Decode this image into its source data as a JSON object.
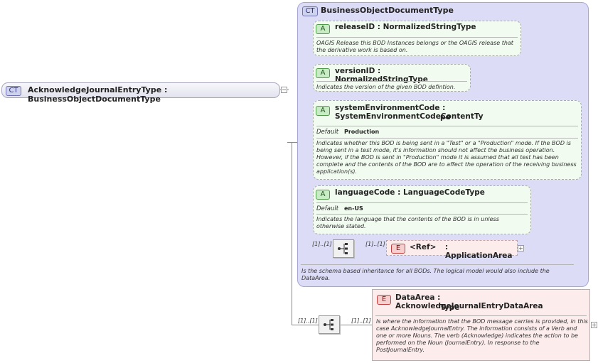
{
  "root": {
    "badge": "CT",
    "label": "AcknowledgeJournalEntryType : BusinessObjectDocumentType"
  },
  "ct": {
    "badge": "CT",
    "title": "BusinessObjectDocumentType",
    "doc": "Is the schema based inheritance for all BODs. The logical model would also include the DataArea.",
    "attributes": [
      {
        "badge": "A",
        "label": "releaseID : NormalizedStringType",
        "doc": "OAGIS Release this BOD Instances belongs or the OAGIS release that the derivative work is based on."
      },
      {
        "badge": "A",
        "label": "versionID : NormalizedStringType",
        "doc": "Indicates the version of the given BOD defintion."
      },
      {
        "badge": "A",
        "label_line1": "systemEnvironmentCode : SystemEnvironmentCodeContentTy",
        "label_line2": "pe",
        "default_label": "Default",
        "default_value": "Production",
        "doc": "Indicates whether this BOD is being sent in a \"Test\" or a \"Production\" mode. If the BOD is being sent in a test mode, it's information should not affect the business operation. However, if the BOD is sent in \"Production\" mode it is assumed that all test has been complete and the contents of the BOD are to affect the operation of the receiving business application(s)."
      },
      {
        "badge": "A",
        "label": "languageCode : LanguageCodeType",
        "default_label": "Default",
        "default_value": "en-US",
        "doc": "Indicates the language that the contents of the BOD is in unless otherwise stated."
      }
    ],
    "seq_mult": "[1]..[1]",
    "ref": {
      "mult": "[1]..[1]",
      "badge": "E",
      "tag": "<Ref>",
      "name": ": ApplicationArea"
    }
  },
  "data_area": {
    "seq_mult": "[1]..[1]",
    "mult": "[1]..[1]",
    "badge": "E",
    "label_line1": "DataArea : AcknowledgeJournalEntryDataArea",
    "label_line2": "Type",
    "doc": "Is where the information that the BOD message carries is provided, in this case AcknowledgeJournalEntry. The information consists of a Verb and one or more Nouns. The verb (Acknowledge) indicates the action to be performed on the Noun (JournalEntry). In response to the PostJournalEntry."
  },
  "icons": {
    "expand": "+",
    "collapse": "−"
  },
  "colors": {
    "complex_type_fill": "#dcdcf6",
    "attribute_fill": "#f1fbef",
    "element_fill": "#fdecec"
  }
}
